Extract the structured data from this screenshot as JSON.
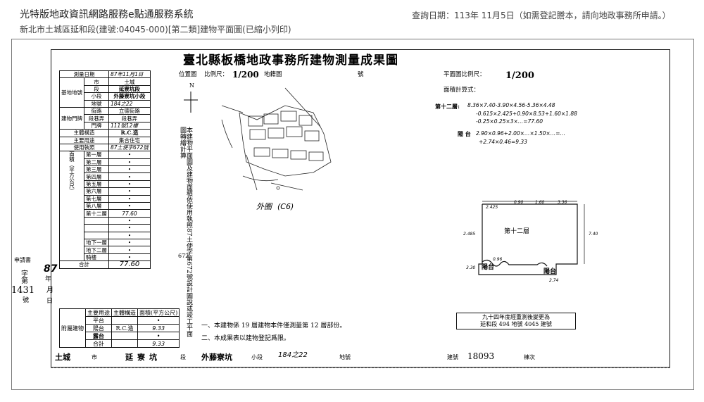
{
  "header": {
    "system_title": "光特版地政資訊網路服務e點通服務系統",
    "query_date": "查詢日期：113年 11月5日（如需登記謄本，請向地政事務所申請。）",
    "sub_title": "新北市土城區延和段(建號:04045-000)[第二類]建物平面圖(已縮小列印)"
  },
  "document": {
    "title": "臺北縣板橋地政事務所建物測量成果圖",
    "position_map_label": "位置圖",
    "scale_label": "比例尺：",
    "position_scale": "1/200",
    "cadastral_map_label": "地籍圖",
    "number_label": "號",
    "plan_scale_label": "平面圖比例尺：",
    "plan_scale": "1/200",
    "area_formula_label": "面積計算式：",
    "floor_formula_label": "第十二層:",
    "floor_formula_1": "8.36×7.40-3.90×4.56-5.36×4.48",
    "floor_formula_2": "-0.615×2.425+0.90×8.53+1.60×1.88",
    "floor_formula_3": "-0.25×0.25×3×…=77.60",
    "balcony_formula_label": "陽 台",
    "balcony_formula_1": "2.90×0.96+2.00×…×1.50×…=…",
    "balcony_formula_2": "+2.74×0.46=9.33",
    "north_label": "N",
    "neighbor_label": "(C6)",
    "neighbor_note": "外圈",
    "plan_floor_label": "第十二層",
    "plan_balcony_label_1": "陽台",
    "plan_balcony_label_2": "陽台",
    "plan_dims": [
      "2.425",
      "0.90",
      "1.60",
      "3.36",
      "7.40",
      "2.485",
      "3.30",
      "0.96",
      "2.74"
    ],
    "vertical_note": "本建物平面圖及建物面積依使用執照87土使字第672號設計圖說或竣工平面圖轉繪計算",
    "vertical_numbers": "672",
    "note_1": "一、本建物係 19 層建物本件僅測量第 12 層部份。",
    "note_2": "二、本成果表以建物登記爲限。",
    "stamp_line_1": "九十四年度經重測後變更為",
    "stamp_line_2": "延和段 494 地號 4045 建號",
    "side_applicant": "申請書",
    "side_year": "87",
    "side_year_label": "年",
    "side_word_label": "字第",
    "side_number": "1431",
    "side_month_label": "月",
    "side_day_label": "日",
    "side_number_label": "號"
  },
  "info_table": {
    "survey_date_label": "測量日期",
    "survey_date": "87年11月1日",
    "base_label": "基地地號",
    "city_label": "市",
    "city": "土城",
    "city_suffix": "市",
    "section_label": "段",
    "section": "延寮坑段",
    "subsection_label": "小段",
    "subsection": "外藤寮坑小段",
    "lot_label": "地號",
    "lot": "184之22",
    "lot_suffix": "地號",
    "door_label": "建物門牌",
    "street_label": "街路",
    "street": "立德街路",
    "lane_label": "段巷弄",
    "lane": "段巷弄",
    "door_no_label": "門牌",
    "door_no": "111號12樓",
    "structure_label": "主體構造",
    "structure": "R.C.造",
    "use_label": "主要用途",
    "use": "集合住宅",
    "permit_label": "使用執照",
    "permit": "87土使字672號",
    "area_label": "面積（平方公尺）",
    "floors": [
      {
        "name": "第一層",
        "value": "•"
      },
      {
        "name": "第二層",
        "value": "•"
      },
      {
        "name": "第三層",
        "value": "•"
      },
      {
        "name": "第四層",
        "value": "•"
      },
      {
        "name": "第五層",
        "value": "•"
      },
      {
        "name": "第六層",
        "value": "•"
      },
      {
        "name": "第七層",
        "value": "•"
      },
      {
        "name": "第八層",
        "value": "•"
      },
      {
        "name": "第十二層",
        "value": "77.60"
      },
      {
        "name": "",
        "value": "•"
      },
      {
        "name": "",
        "value": "•"
      },
      {
        "name": "",
        "value": "•"
      },
      {
        "name": "地下一層",
        "value": "•"
      },
      {
        "name": "地下二層",
        "value": "•"
      },
      {
        "name": "騎樓",
        "value": "•"
      }
    ],
    "total_label": "合計",
    "total": "77.60",
    "annex_label": "附屬建物",
    "annex_use_header": "主要用途",
    "annex_struct_header": "主體構造",
    "annex_area_header": "面積(平方公尺)",
    "annex_rows": [
      {
        "use": "平台",
        "struct": "",
        "area": "•"
      },
      {
        "use": "陽台",
        "struct": "R.C.造",
        "area": "9.33"
      },
      {
        "use": "露台",
        "struct": "",
        "area": "•"
      }
    ],
    "annex_total_label": "合計",
    "annex_total": "9.33"
  },
  "footer": {
    "city": "土城",
    "city_label": "市",
    "section": "延寮坑",
    "section_label": "段",
    "subsection": "外藤寮坑",
    "subsection_label": "小段",
    "lot": "184之22",
    "lot_label": "地號",
    "building_no_label": "建號",
    "building_no": "18093",
    "building_no_suffix": "棟次"
  }
}
